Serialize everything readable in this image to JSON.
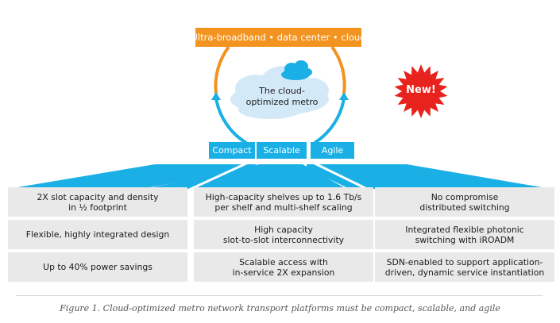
{
  "colors": {
    "orange": "#f39320",
    "blue": "#1ab0e6",
    "light_cloud": "#d4e9f7",
    "red_badge": "#e8231e",
    "cell_bg": "#e9e9e9"
  },
  "diagram": {
    "top_banner": "Ultra-broadband • data center • cloud",
    "cloud_label_line1": "The cloud-",
    "cloud_label_line2": "optimized metro",
    "new_badge": "New!",
    "pillars": [
      "Compact",
      "Scalable",
      "Agile"
    ]
  },
  "columns": [
    {
      "pillar": "Compact",
      "cells": [
        [
          "2X slot capacity and density",
          "in ½ footprint"
        ],
        [
          "Flexible, highly integrated design"
        ],
        [
          "Up to 40% power savings"
        ]
      ]
    },
    {
      "pillar": "Scalable",
      "cells": [
        [
          "High-capacity shelves up to 1.6 Tb/s",
          "per shelf and multi-shelf scaling"
        ],
        [
          "High capacity",
          "slot-to-slot interconnectivity"
        ],
        [
          "Scalable access with",
          "in-service 2X expansion"
        ]
      ]
    },
    {
      "pillar": "Agile",
      "cells": [
        [
          "No compromise",
          "distributed switching"
        ],
        [
          "Integrated flexible photonic",
          "switching with iROADM"
        ],
        [
          "SDN-enabled to support application-",
          "driven, dynamic service instantiation"
        ]
      ]
    }
  ],
  "caption": "Figure 1. Cloud-optimized metro network transport platforms must be compact, scalable, and agile"
}
